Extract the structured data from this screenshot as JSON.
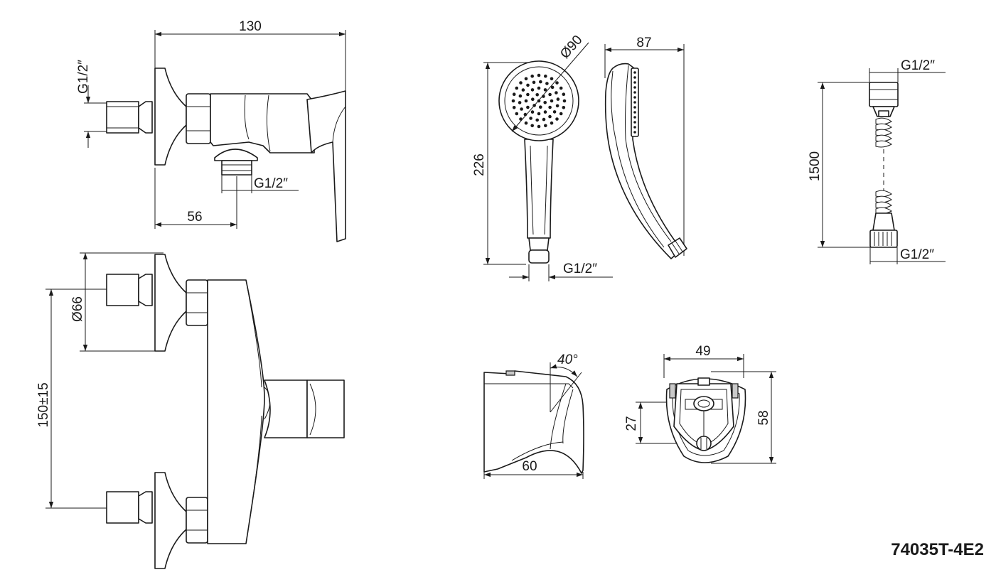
{
  "drawing": {
    "product_code": "74035T-4E2",
    "mixer_side": {
      "width": "130",
      "inlet_thread": "G1/2″",
      "outlet_thread": "G1/2″",
      "outlet_offset": "56"
    },
    "mixer_front": {
      "flange_diameter": "Ø66",
      "inlet_spacing": "150±15"
    },
    "hand_shower": {
      "head_diameter": "Ø90",
      "length": "226",
      "depth": "87",
      "thread": "G1/2″"
    },
    "hose": {
      "length": "1500",
      "thread_top": "G1/2″",
      "thread_bottom": "G1/2″"
    },
    "holder": {
      "angle": "40°",
      "depth": "60",
      "width": "49",
      "height": "58",
      "hole_spacing": "27"
    }
  }
}
